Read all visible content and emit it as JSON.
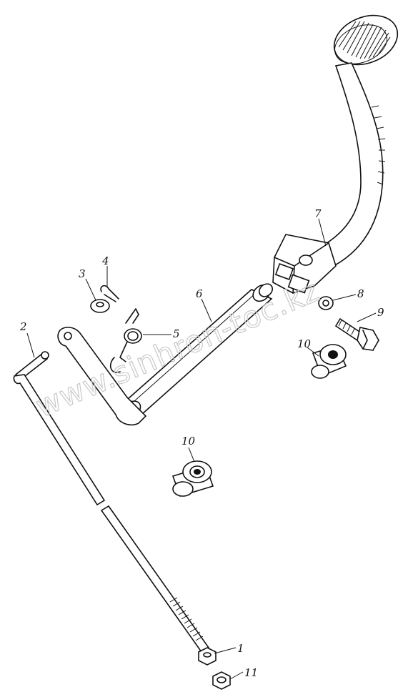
{
  "watermark": "www.sinhron-toc.kz",
  "callouts": [
    {
      "id": "c1",
      "text": "1"
    },
    {
      "id": "c2",
      "text": "2"
    },
    {
      "id": "c3",
      "text": "3"
    },
    {
      "id": "c4",
      "text": "4"
    },
    {
      "id": "c5",
      "text": "5"
    },
    {
      "id": "c6",
      "text": "6"
    },
    {
      "id": "c7",
      "text": "7"
    },
    {
      "id": "c8",
      "text": "8"
    },
    {
      "id": "c9",
      "text": "9"
    },
    {
      "id": "c10a",
      "text": "10"
    },
    {
      "id": "c10b",
      "text": "10"
    },
    {
      "id": "c11",
      "text": "11"
    }
  ]
}
